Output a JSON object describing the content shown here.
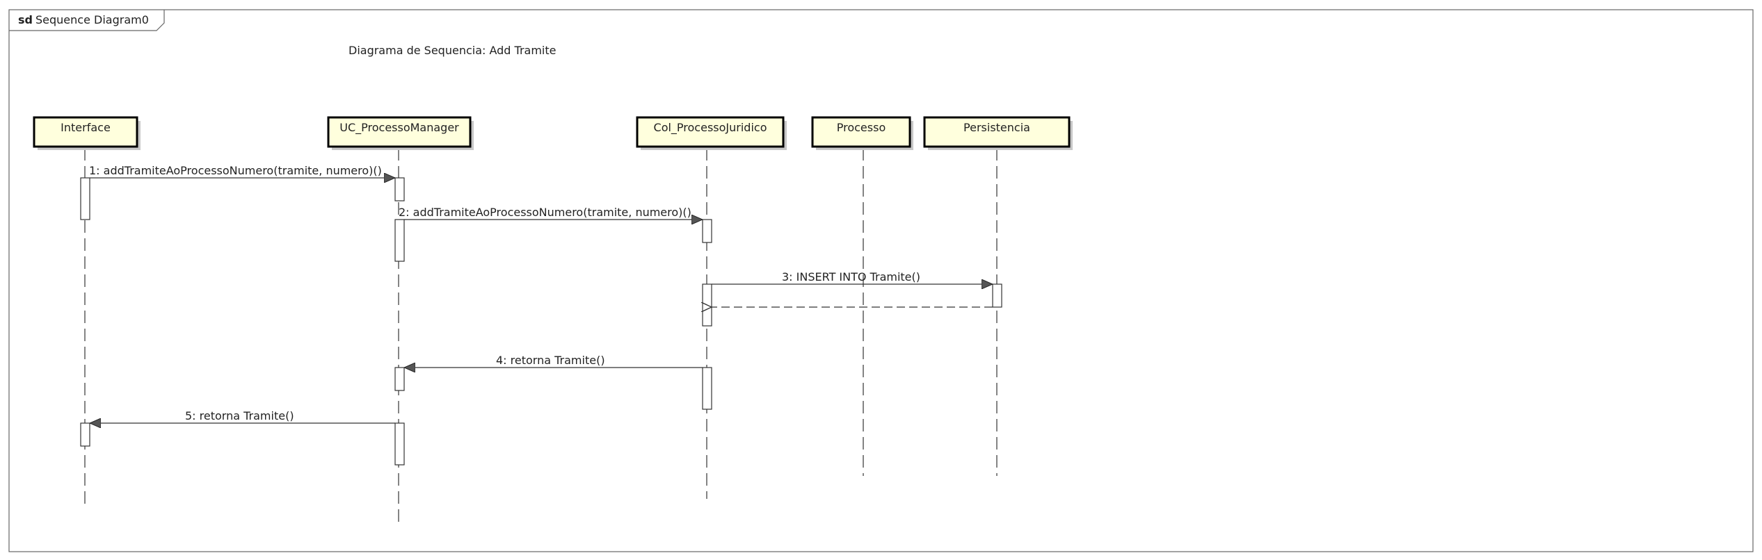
{
  "frame": {
    "keyword": "sd",
    "name": "Sequence Diagram0"
  },
  "title": "Diagrama de Sequencia: Add Tramite",
  "lifelines": [
    {
      "id": "interface",
      "label": "Interface"
    },
    {
      "id": "uc",
      "label": "UC_ProcessoManager"
    },
    {
      "id": "col",
      "label": "Col_ProcessoJuridico"
    },
    {
      "id": "processo",
      "label": "Processo"
    },
    {
      "id": "persist",
      "label": "Persistencia"
    }
  ],
  "messages": [
    {
      "label": "1: addTramiteAoProcessoNumero(tramite, numero)()",
      "from": "interface",
      "to": "uc",
      "kind": "sync"
    },
    {
      "label": "2: addTramiteAoProcessoNumero(tramite, numero)()",
      "from": "uc",
      "to": "col",
      "kind": "sync"
    },
    {
      "label": "3: INSERT INTO Tramite()",
      "from": "col",
      "to": "persist",
      "kind": "sync"
    },
    {
      "label": "",
      "from": "persist",
      "to": "col",
      "kind": "return"
    },
    {
      "label": "4: retorna Tramite()",
      "from": "col",
      "to": "uc",
      "kind": "sync"
    },
    {
      "label": "5: retorna Tramite()",
      "from": "uc",
      "to": "interface",
      "kind": "sync"
    }
  ],
  "colors": {
    "box_fill": "#ffffdd",
    "box_stroke": "#000000",
    "line": "#333333",
    "shadow": "#c8c8c8"
  }
}
